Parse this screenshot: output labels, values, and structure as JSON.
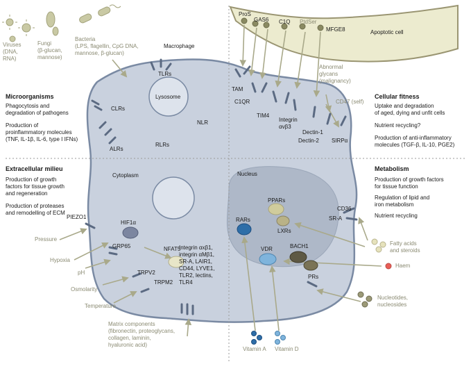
{
  "colors": {
    "cell_fill": "#c9d1de",
    "cell_stroke": "#7a8aa3",
    "nucleus_fill": "#aeb8c8",
    "apoptotic_fill": "#ecebcf",
    "apoptotic_stroke": "#9a9572",
    "ligand": "#8a8a62",
    "receptor": "#5b6a82",
    "arrow": "#a9a98a",
    "rar": "#2e6ea8",
    "vdr": "#7fb4dc",
    "ppar": "#d0cc9c",
    "bach1": "#5e5944",
    "haem": "#e85e57",
    "fatty": "#e6e2bc"
  },
  "icons": {
    "virus": "virus-icon",
    "fungus": "fungus-icon",
    "bacterium": "bacterium-icon"
  },
  "top_left": {
    "viruses": "Viruses\n(DNA,\nRNA)",
    "fungi": "Fungi\n(β-glucan,\nmannose)",
    "bacteria": "Bacteria\n(LPS, flagellin, CpG DNA,\nmannose, β-glucan)",
    "macrophage": "Macrophage",
    "tlrs": "TLRs",
    "lysosome": "Lysosome",
    "clrs": "CLRs",
    "nlr": "NLR",
    "alrs": "ALRs",
    "rlrs": "RLRs",
    "heading": "Microorganisms",
    "line1": "Phagocytosis and\ndegradation of pathogens",
    "line2": "Production of\nproinflammatory molecules\n(TNF, IL-1β, IL-6, type I IFNs)"
  },
  "top_right": {
    "pros": "ProS",
    "gas6": "GAS6",
    "c1q": "C1Q",
    "ptdser": "PtdSer",
    "mfge8": "MFGE8",
    "apoptotic_cell": "Apoptotic cell",
    "abnormal_glycans": "Abnormal\nglycans\n(malignancy)",
    "tam": "TAM",
    "c1qr": "C1QR",
    "tim4": "TIM4",
    "integrin": "Integrin\nαvβ3",
    "dectin1": "Dectin-1",
    "dectin2": "Dectin-2",
    "cd47": "CD47 (self)",
    "sirpa": "SIRPα",
    "heading": "Cellular fitness",
    "line1": "Uptake and degradation\nof aged, dying and unfit cells",
    "line2": "Nutrient recycling?",
    "line3": "Production of anti-inflammatory\nmolecules (TGF-β, IL-10, PGE2)"
  },
  "bottom_left": {
    "heading": "Extracellular milieu",
    "line1": "Production of growth\nfactors for tissue growth\nand regeneration",
    "line2": "Production of proteases\nand remodelling of ECM",
    "cytoplasm": "Cytoplasm",
    "piezo1": "PIEZO1",
    "hif1a": "HIF1α",
    "grp65": "GRP65",
    "nfat5": "NFAT5",
    "trpv2": "TRPV2",
    "trpm2": "TRPM2",
    "integrins": "Integrin αxβ1,\nintegrin αMβ1,\nSR-A, LAIR1,\nCD44, LYVE1,\nTLR2, lectins,\nTLR4",
    "pressure": "Pressure",
    "hypoxia": "Hypoxia",
    "ph": "pH",
    "osmolarity": "Osmolarity",
    "temperature": "Temperature",
    "matrix": "Matrix components\n(fibronectin, proteoglycans,\ncollagen, laminin,\nhyaluronic acid)"
  },
  "bottom_right": {
    "heading": "Metabolism",
    "line1": "Production of growth factors\nfor tissue function",
    "line2": "Regulation of lipid and\niron metabolism",
    "line3": "Nutrient recycling",
    "nucleus": "Nucleus",
    "ppars": "PPARs",
    "rars": "RARs",
    "lxrs": "LXRs",
    "vdr": "VDR",
    "bach1": "BACH1",
    "cd36": "CD36",
    "sra": "SR-A",
    "prs": "PRs",
    "fatty_acids": "Fatty acids\nand steroids",
    "haem": "Haem",
    "nucleotides": "Nucleotides,\nnucleosides",
    "vitamin_a": "Vitamin A",
    "vitamin_d": "Vitamin D"
  }
}
